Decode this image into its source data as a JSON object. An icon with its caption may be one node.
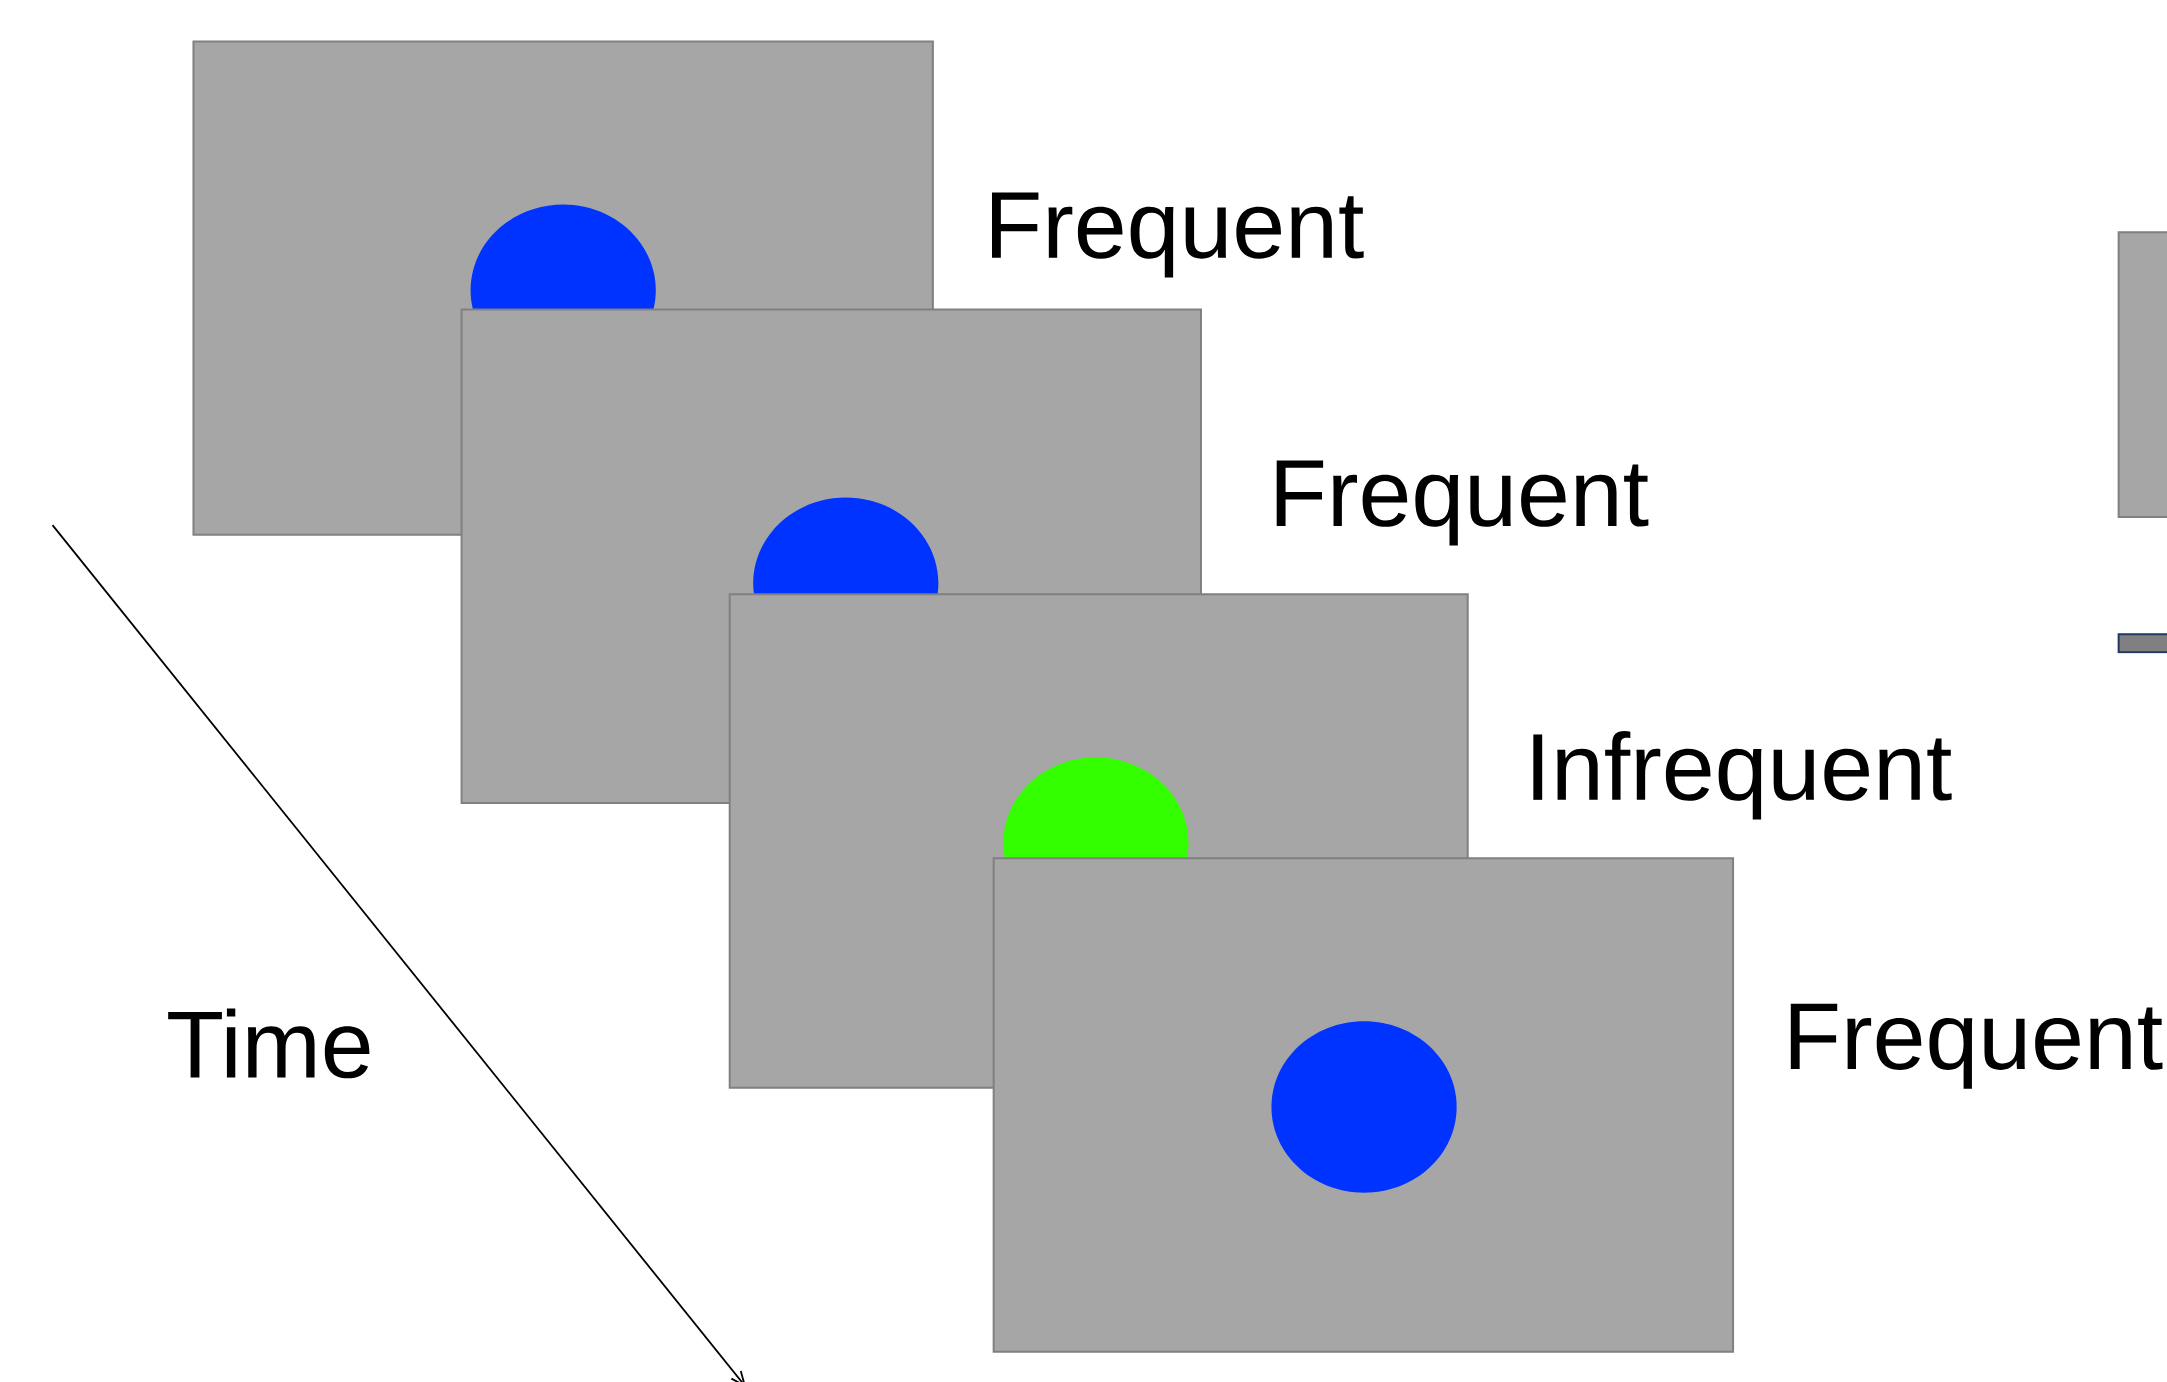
{
  "diagram": {
    "nodes": [
      {
        "text": [],
        "shape": "box",
        "beside": [
          "Frequent"
        ]
      },
      {
        "text": [],
        "shape": "circle",
        "in": 0
      },
      {
        "text": [],
        "shape": "box",
        "beside": [
          "Frequent"
        ]
      },
      {
        "text": [],
        "shape": "circle",
        "in": 2
      },
      {
        "text": [],
        "shape": "box",
        "beside": [
          "Infrequent"
        ]
      },
      {
        "text": [],
        "shape": "circle",
        "in": 4
      },
      {
        "text": [],
        "shape": "box",
        "beside": [
          "Frequent"
        ]
      },
      {
        "text": [],
        "shape": "circle",
        "in": 6
      }
    ],
    "edges": [],
    "labels": [
      "Time"
    ]
  }
}
